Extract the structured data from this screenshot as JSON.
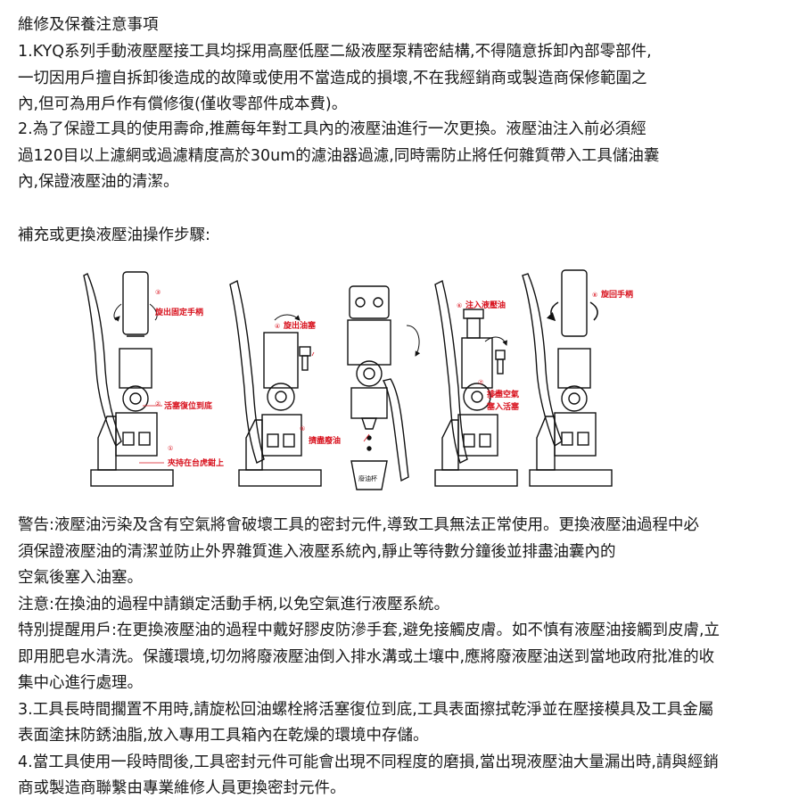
{
  "title": "維修及保養注意事項",
  "item1": {
    "lines": [
      "1.KYQ系列手動液壓壓接工具均採用高壓低壓二級液壓泵精密結構,不得隨意拆卸內部零部件,",
      "一切因用戶擅自拆卸後造成的故障或使用不當造成的損壞,不在我經銷商或製造商保修範圍之",
      "內,但可為用戶作有償修復(僅收零部件成本費)。"
    ]
  },
  "item2": {
    "lines": [
      "2.為了保證工具的使用壽命,推薦每年對工具內的液壓油進行一次更換。液壓油注入前必須經",
      "過120目以上濾網或過濾精度高於30um的濾油器過濾,同時需防止將任何雜質帶入工具儲油囊",
      "內,保證液壓油的清潔。"
    ]
  },
  "steps_heading": "補充或更換液壓油操作步驟:",
  "figure": {
    "callouts": [
      {
        "num": "①",
        "label": "夾持在台虎鉗上"
      },
      {
        "num": "②",
        "label": "活塞復位到底"
      },
      {
        "num": "③",
        "label": "旋出固定手柄"
      },
      {
        "num": "④",
        "label": "旋出油塞"
      },
      {
        "num": "⑤",
        "label": "擠盡廢油"
      },
      {
        "num": "⑥",
        "label": "注入液壓油"
      },
      {
        "num": "⑦",
        "label": "排盡空氣"
      },
      {
        "num": "",
        "label": "塞入活塞"
      },
      {
        "num": "⑧",
        "label": "旋回手柄"
      }
    ],
    "cup_label": "廢油杯",
    "accent_color": "#d8101c"
  },
  "warning": {
    "lines": [
      "警告:液壓油污染及含有空氣將會破壞工具的密封元件,導致工具無法正常使用。更換液壓油過程中必",
      "須保證液壓油的清潔並防止外界雜質進入液壓系統內,靜止等待數分鐘後並排盡油囊內的",
      "空氣後塞入油塞。",
      "注意:在換油的過程中請鎖定活動手柄,以免空氣進行液壓系統。",
      "特別提醒用戶:在更換液壓油的過程中戴好膠皮防滲手套,避免接觸皮膚。如不慎有液壓油接觸到皮膚,立",
      "即用肥皂水清洗。保護環境,切勿將廢液壓油倒入排水溝或土壤中,應將廢液壓油送到當地政府批准的收",
      "集中心進行處理。",
      "3.工具長時間擱置不用時,請旋松回油螺栓將活塞復位到底,工具表面擦拭乾淨並在壓接模具及工具金屬",
      "表面塗抹防銹油脂,放入專用工具箱內在乾燥的環境中存儲。",
      "4.當工具使用一段時間後,工具密封元件可能會出現不同程度的磨損,當出現液壓油大量漏出時,請與經銷",
      "商或製造商聯繫由專業維修人員更換密封元件。"
    ]
  }
}
